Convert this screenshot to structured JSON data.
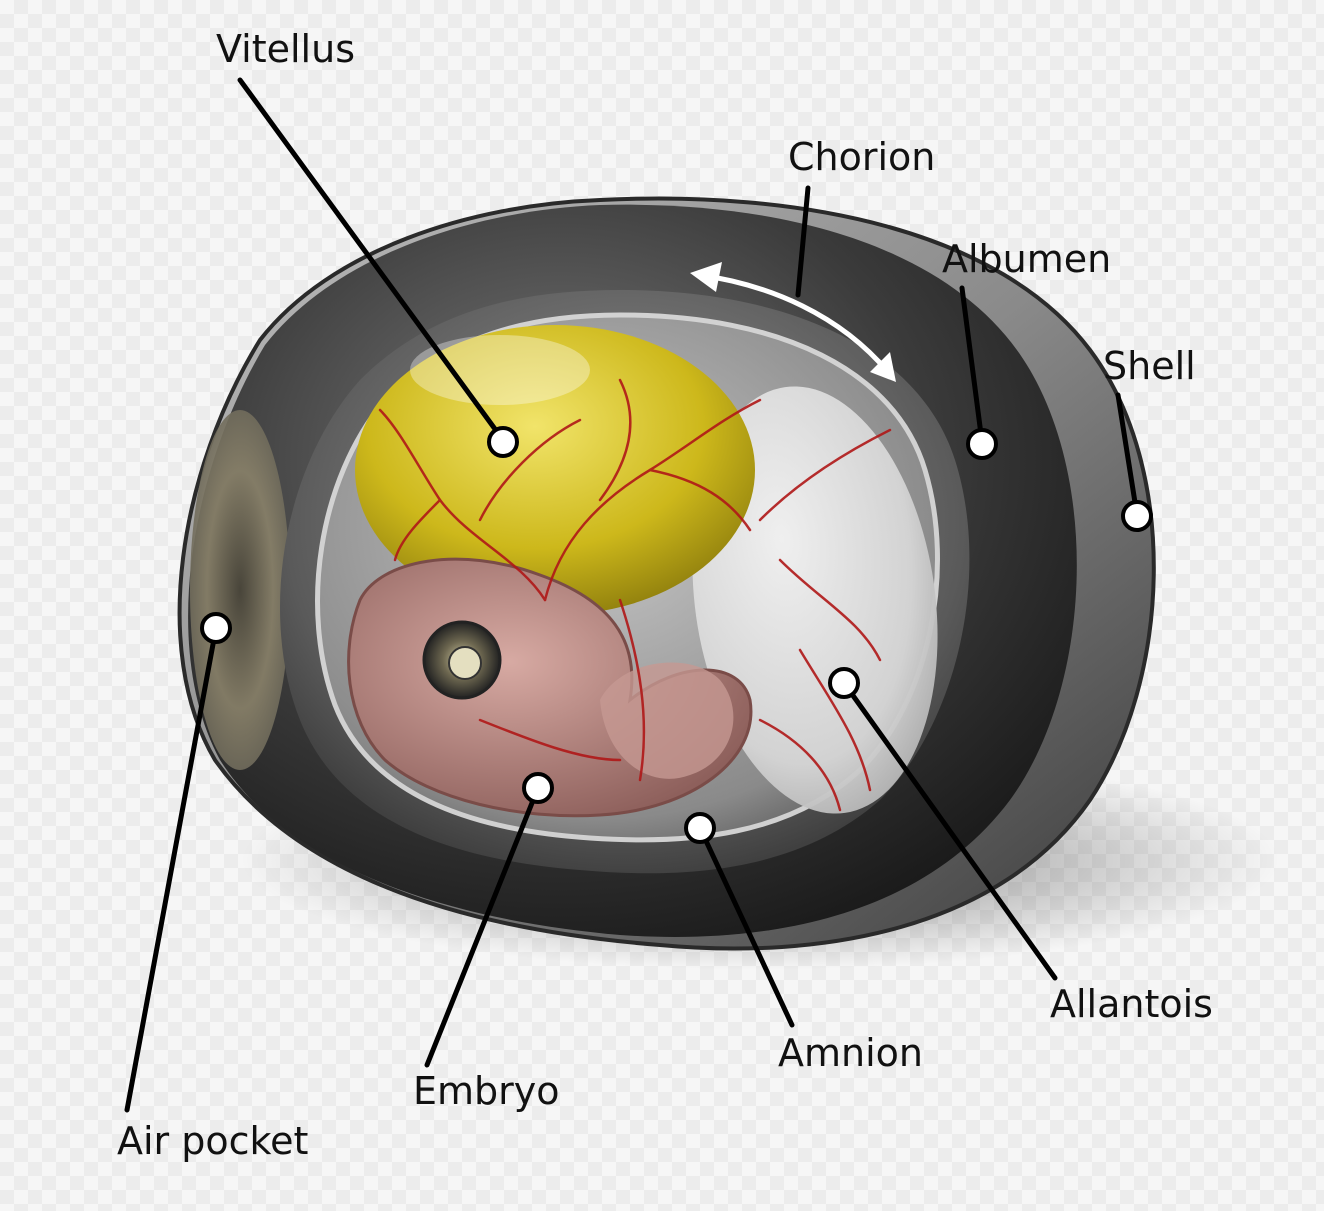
{
  "labels": {
    "vitellus": "Vitellus",
    "chorion": "Chorion",
    "albumen": "Albumen",
    "shell": "Shell",
    "air_pocket": "Air pocket",
    "embryo": "Embryo",
    "amnion": "Amnion",
    "allantois": "Allantois"
  },
  "colors": {
    "shell": "#4a4a4a",
    "yolk": "#d4c21a",
    "vessel": "#b01818",
    "embryo": "#b88a84",
    "leader": "#000000"
  }
}
